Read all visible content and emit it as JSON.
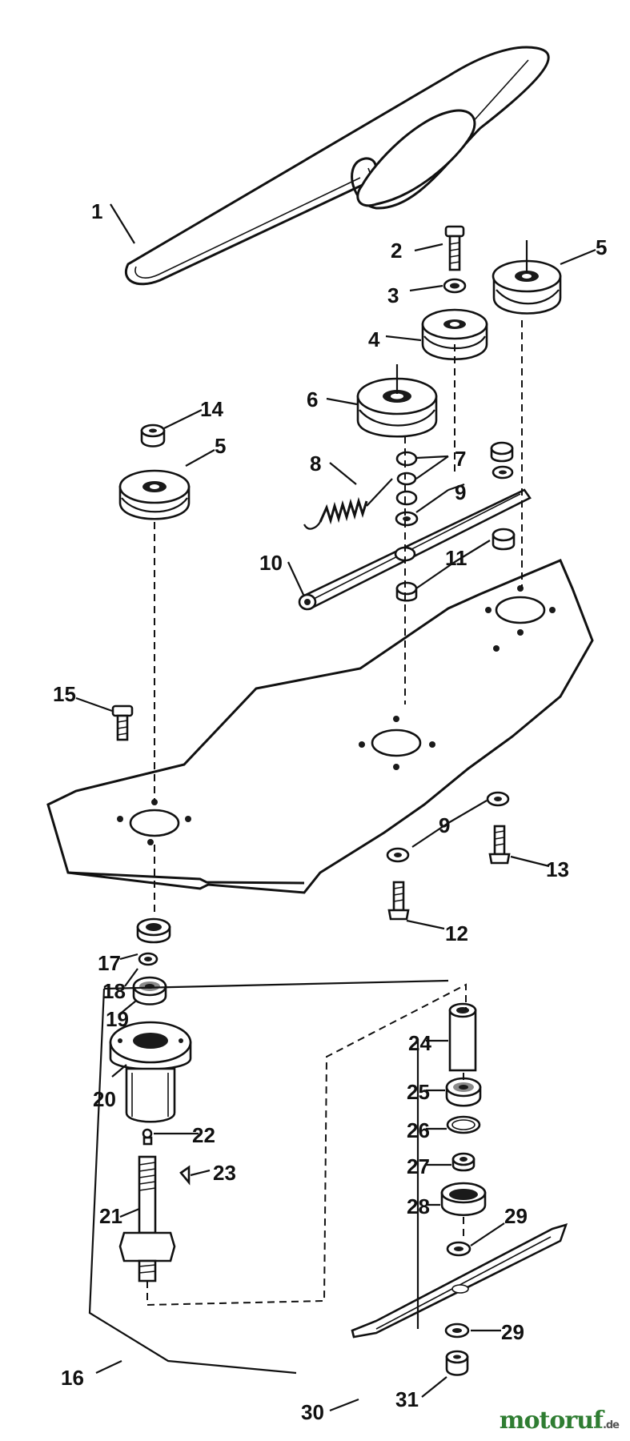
{
  "diagram": {
    "callouts": [
      "1",
      "2",
      "3",
      "4",
      "5",
      "5",
      "6",
      "7",
      "8",
      "9",
      "9",
      "10",
      "11",
      "12",
      "13",
      "14",
      "15",
      "16",
      "17",
      "18",
      "19",
      "20",
      "21",
      "22",
      "23",
      "24",
      "25",
      "26",
      "27",
      "28",
      "29",
      "29",
      "30",
      "31"
    ]
  },
  "watermark": {
    "brand": "motoruf",
    "tld": ".de"
  }
}
